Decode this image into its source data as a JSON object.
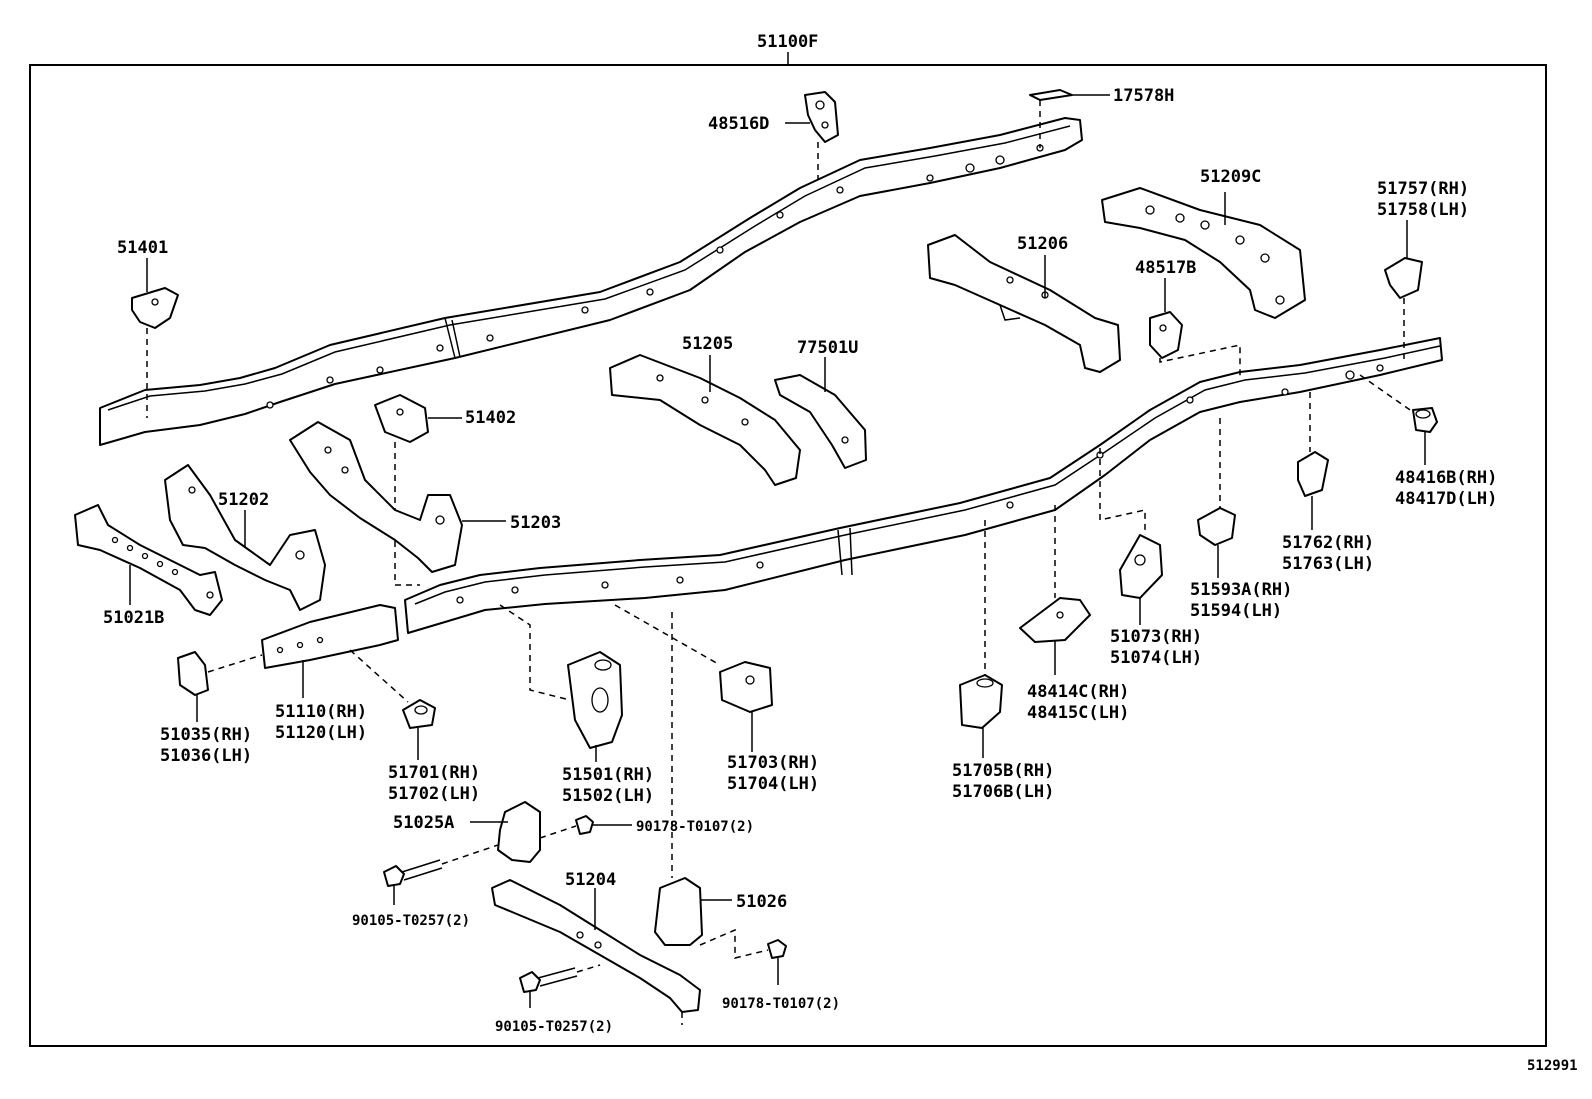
{
  "diagram": {
    "main_label": "51100F",
    "figure_code": "512991",
    "labels": {
      "l17578H": "17578H",
      "l48516D": "48516D",
      "l51209C": "51209C",
      "l51757": "51757(RH)",
      "l51758": "51758(LH)",
      "l51401": "51401",
      "l51206": "51206",
      "l48517B": "48517B",
      "l51205": "51205",
      "l77501U": "77501U",
      "l51402": "51402",
      "l48416B": "48416B(RH)",
      "l48417D": "48417D(LH)",
      "l51202": "51202",
      "l51203": "51203",
      "l51762": "51762(RH)",
      "l51763": "51763(LH)",
      "l51021B": "51021B",
      "l51593A": "51593A(RH)",
      "l51594": "51594(LH)",
      "l51073": "51073(RH)",
      "l51074": "51074(LH)",
      "l48414C": "48414C(RH)",
      "l48415C": "48415C(LH)",
      "l51035": "51035(RH)",
      "l51036": "51036(LH)",
      "l51110": "51110(RH)",
      "l51120": "51120(LH)",
      "l51701": "51701(RH)",
      "l51702": "51702(LH)",
      "l51501": "51501(RH)",
      "l51502": "51502(LH)",
      "l51703": "51703(RH)",
      "l51704": "51704(LH)",
      "l51705B": "51705B(RH)",
      "l51706B": "51706B(LH)",
      "l51025A": "51025A",
      "l90178a": "90178-T0107(2)",
      "l51204": "51204",
      "l51026": "51026",
      "l90105a": "90105-T0257(2)",
      "l90178b": "90178-T0107(2)",
      "l90105b": "90105-T0257(2)"
    }
  }
}
